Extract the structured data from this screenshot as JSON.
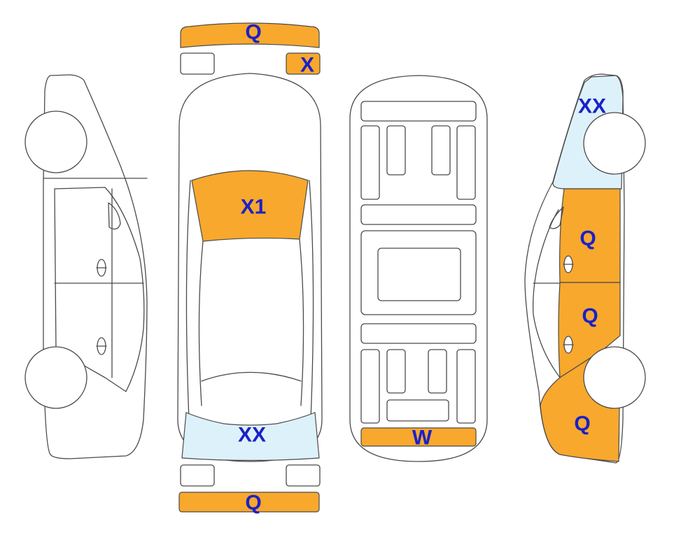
{
  "colors": {
    "damage_fill": "#F8A82D",
    "light_fill": "#DDF1FA",
    "label_color": "#1A21C8",
    "outline": "#4A4A4A"
  },
  "damage_marks": {
    "front_bumper": "Q",
    "front_right_light": "X",
    "windshield": "X1",
    "rear_window": "XX",
    "rear_bumper": "Q",
    "underbody_rear": "W",
    "right_rear_quarter_window": "XX",
    "right_front_door": "Q",
    "right_rear_door": "Q",
    "right_rear_fender": "Q"
  }
}
